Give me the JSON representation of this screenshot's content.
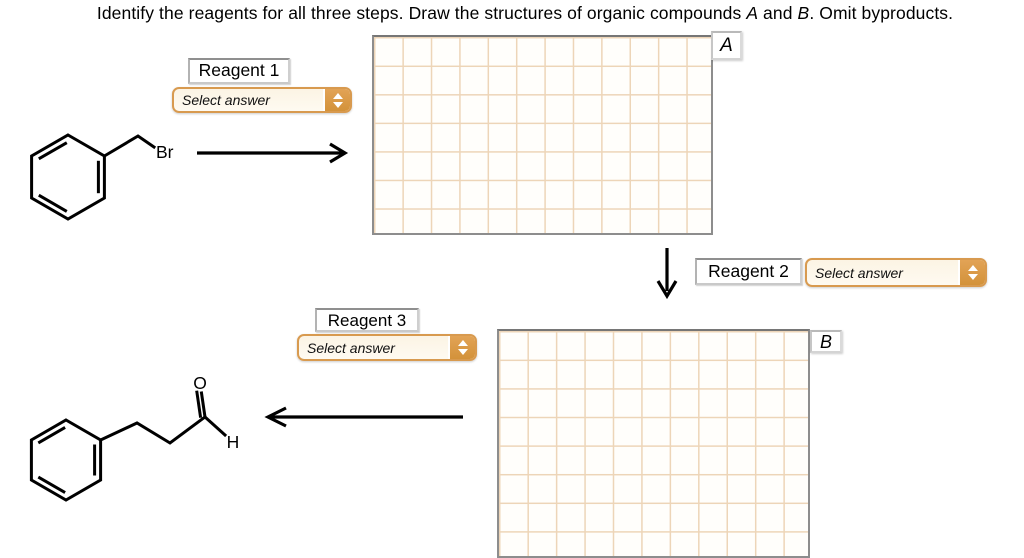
{
  "title": {
    "part1": "Identify the reagents for all three steps. Draw the structures of organic compounds ",
    "compound_a": "A",
    "part2": " and ",
    "compound_b": "B",
    "part3": ". Omit byproducts."
  },
  "reagents": [
    {
      "label": "Reagent 1",
      "value": "Select answer"
    },
    {
      "label": "Reagent 2",
      "value": "Select answer"
    },
    {
      "label": "Reagent 3",
      "value": "Select answer"
    }
  ],
  "canvases": [
    {
      "label": "A"
    },
    {
      "label": "B"
    }
  ],
  "molecules": {
    "reactant": {
      "br_label": "Br"
    },
    "product": {
      "o_label": "O",
      "h_label": "H"
    }
  },
  "colors": {
    "dropdown-border": "#d89a4f",
    "dropdown-fill": "#fcf4e4",
    "dropdown-button": "#e2a356",
    "grid-line": "#edd5b8",
    "grid-border": "#8d8d8d"
  }
}
